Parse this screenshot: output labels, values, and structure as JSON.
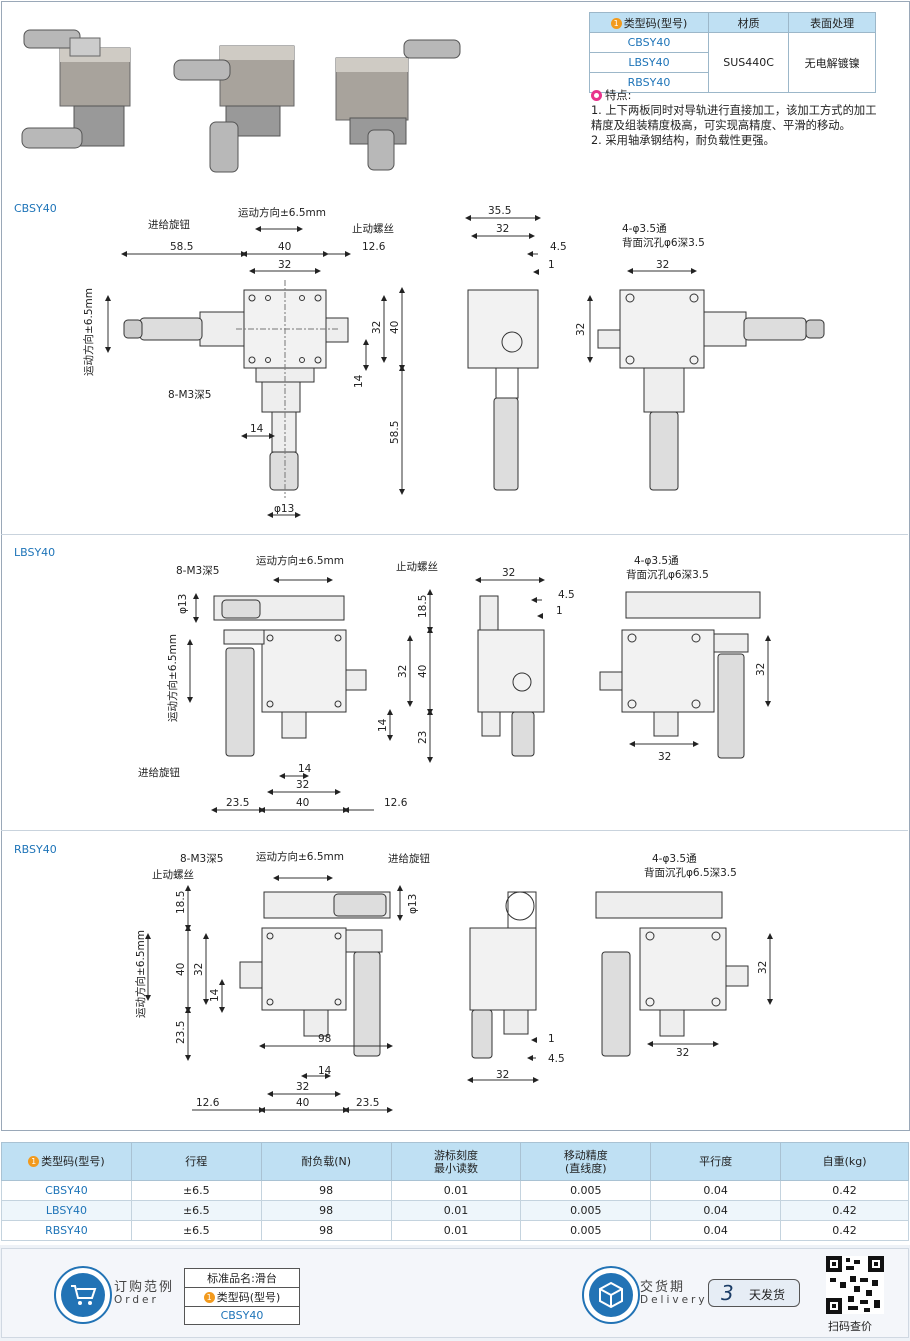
{
  "spec_table": {
    "headers": [
      "类型码(型号)",
      "材质",
      "表面处理"
    ],
    "badge": "1",
    "models": [
      "CBSY40",
      "LBSY40",
      "RBSY40"
    ],
    "material": "SUS440C",
    "surface": "无电解镀镍"
  },
  "features": {
    "title": "特点:",
    "items": [
      "1. 上下两板同时对导轨进行直接加工，该加工方式的加工精度及组装精度极高，可实现高精度、平滑的移动。",
      "2. 采用轴承钢结构，耐负载性更强。"
    ]
  },
  "sections": {
    "cbsy": {
      "label": "CBSY40",
      "texts": {
        "feed_knob": "进给旋钮",
        "motion": "运动方向±6.5mm",
        "stop_screw": "止动螺丝",
        "m3": "8-M3深5",
        "motion_v": "运动方向±6.5mm",
        "holes": "4-φ3.5通",
        "counter": "背面沉孔φ6深3.5"
      },
      "dims": {
        "d585": "58.5",
        "d40": "40",
        "d126": "12.6",
        "d32": "32",
        "d32v": "32",
        "d40v": "40",
        "d14": "14",
        "d585v": "58.5",
        "d14h": "14",
        "dphi13": "φ13",
        "d355": "35.5",
        "d32s": "32",
        "d45": "4.5",
        "d1": "1",
        "d32r": "32",
        "d32rv": "32"
      }
    },
    "lbsy": {
      "label": "LBSY40",
      "texts": {
        "m3": "8-M3深5",
        "motion": "运动方向±6.5mm",
        "stop_screw": "止动螺丝",
        "motion_v": "运动方向±6.5mm",
        "feed_knob": "进给旋钮",
        "holes": "4-φ3.5通",
        "counter": "背面沉孔φ6深3.5"
      },
      "dims": {
        "dphi13": "φ13",
        "d185": "18.5",
        "d32v": "32",
        "d40v": "40",
        "d14v": "14",
        "d23": "23",
        "d14": "14",
        "d32": "32",
        "d235": "23.5",
        "d40": "40",
        "d126": "12.6",
        "d32s": "32",
        "d45": "4.5",
        "d1": "1",
        "d32rv": "32",
        "d32r": "32"
      }
    },
    "rbsy": {
      "label": "RBSY40",
      "texts": {
        "m3": "8-M3深5",
        "motion": "运动方向±6.5mm",
        "feed_knob": "进给旋钮",
        "stop_screw": "止动螺丝",
        "motion_v": "运动方向±6.5mm",
        "holes": "4-φ3.5通",
        "counter": "背面沉孔φ6.5深3.5"
      },
      "dims": {
        "d185": "18.5",
        "dphi13": "φ13",
        "d40v": "40",
        "d32v": "32",
        "d14v": "14",
        "d235v": "23.5",
        "d98": "98",
        "d14": "14",
        "d32": "32",
        "d126": "12.6",
        "d40": "40",
        "d235": "23.5",
        "d1": "1",
        "d45": "4.5",
        "d32s": "32",
        "d32rv": "32",
        "d32r": "32"
      }
    }
  },
  "params_table": {
    "headers": [
      "类型码(型号)",
      "行程",
      "耐负载(N)",
      "游标刻度\n最小读数",
      "移动精度\n(直线度)",
      "平行度",
      "自重(kg)"
    ],
    "rows": [
      [
        "CBSY40",
        "±6.5",
        "98",
        "0.01",
        "0.005",
        "0.04",
        "0.42"
      ],
      [
        "LBSY40",
        "±6.5",
        "98",
        "0.01",
        "0.005",
        "0.04",
        "0.42"
      ],
      [
        "RBSY40",
        "±6.5",
        "98",
        "0.01",
        "0.005",
        "0.04",
        "0.42"
      ]
    ]
  },
  "footer": {
    "order_cn": "订购范例",
    "order_en": "Order",
    "std_name": "标准品名:滑台",
    "type_code": "类型码(型号)",
    "example_model": "CBSY40",
    "delivery_cn": "交货期",
    "delivery_en": "Delivery",
    "days": "3",
    "days_unit": "天发货",
    "scan": "扫码查价"
  },
  "colors": {
    "accent": "#1e74b8",
    "header_bg": "#bfe0f3",
    "badge": "#f29a1d",
    "feature_icon": "#e8338c"
  }
}
